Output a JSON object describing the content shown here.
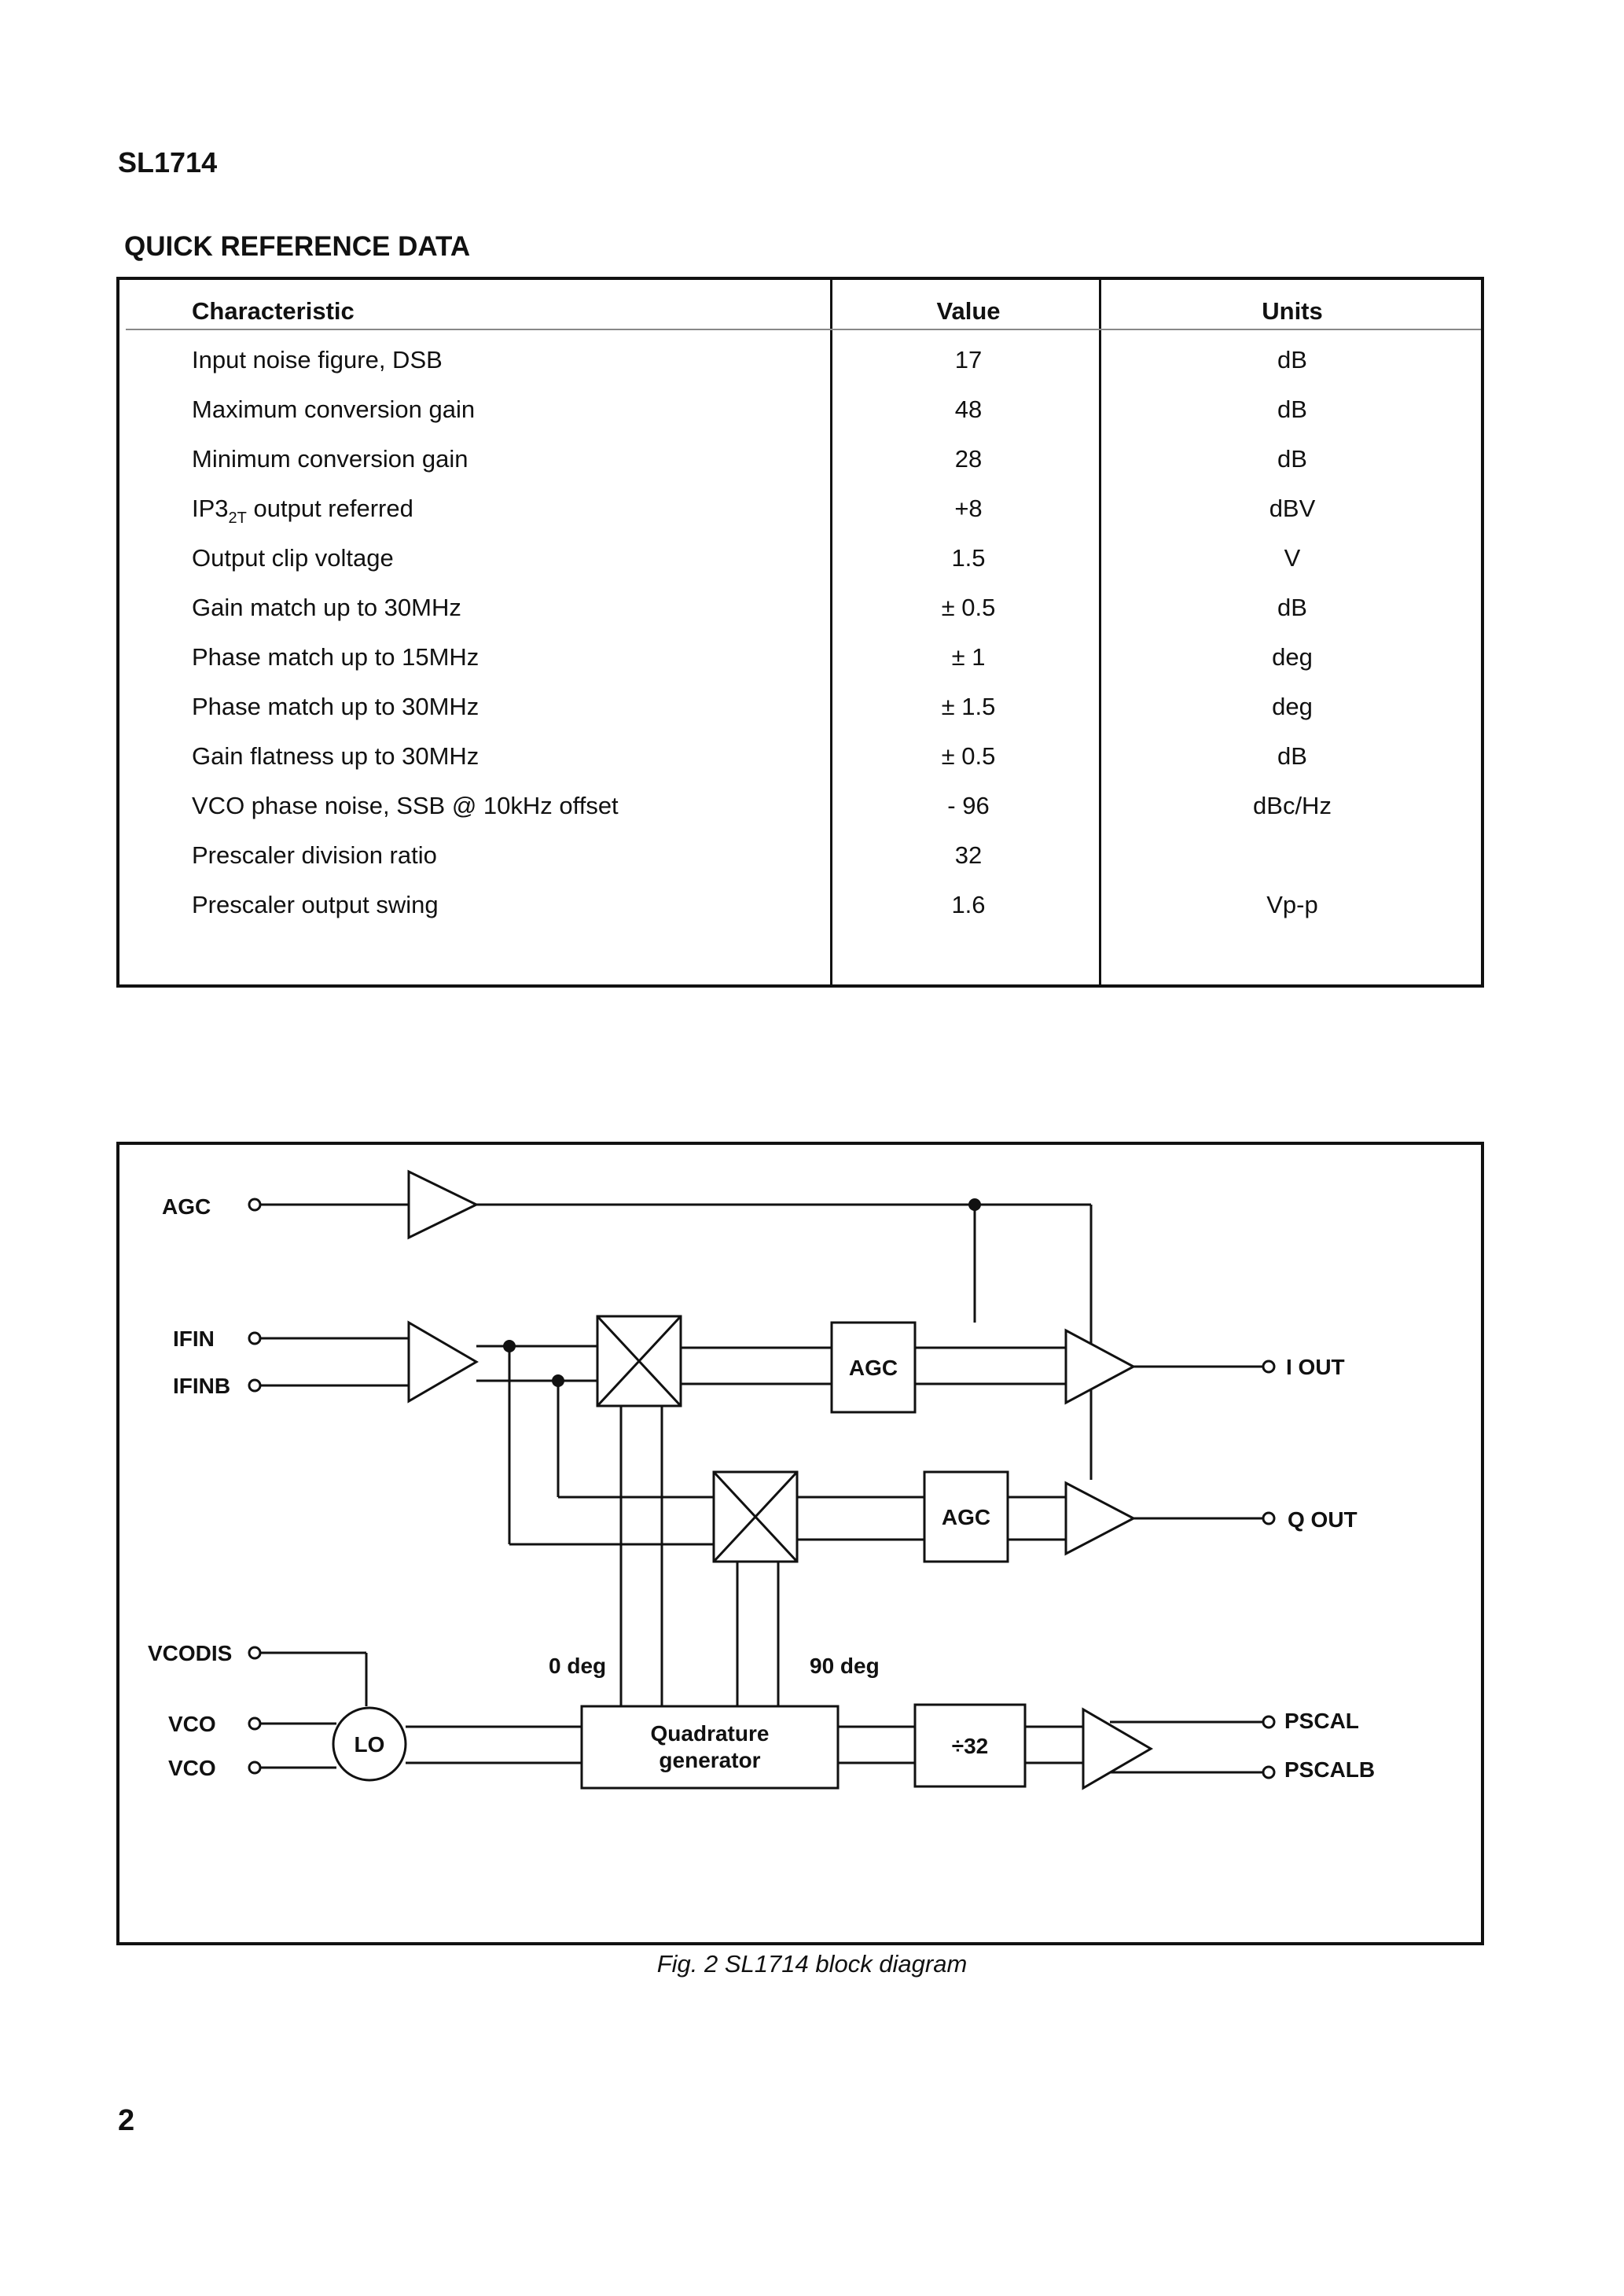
{
  "header": {
    "doc_code": "SL1714"
  },
  "quick_ref": {
    "title": "QUICK REFERENCE DATA",
    "columns": {
      "characteristic": "Characteristic",
      "value": "Value",
      "units": "Units"
    },
    "rows": [
      {
        "characteristic": "Input noise figure, DSB",
        "value": "17",
        "units": "dB"
      },
      {
        "characteristic": "Maximum conversion gain",
        "value": "48",
        "units": "dB"
      },
      {
        "characteristic": "Minimum conversion gain",
        "value": "28",
        "units": "dB"
      },
      {
        "characteristic": "IP3",
        "characteristic_sub": "2T",
        "characteristic_suffix": " output referred",
        "value": "+8",
        "units": "dBV"
      },
      {
        "characteristic": "Output clip voltage",
        "value": "1.5",
        "units": "V"
      },
      {
        "characteristic": "Gain match up to 30MHz",
        "value": "± 0.5",
        "units": "dB"
      },
      {
        "characteristic": "Phase match up to 15MHz",
        "value": "± 1",
        "units": "deg"
      },
      {
        "characteristic": "Phase match up to 30MHz",
        "value": "± 1.5",
        "units": "deg"
      },
      {
        "characteristic": "Gain flatness up to 30MHz",
        "value": "±  0.5",
        "units": "dB"
      },
      {
        "characteristic": "VCO phase noise, SSB @ 10kHz offset",
        "value": "- 96",
        "units": "dBc/Hz"
      },
      {
        "characteristic": "Prescaler division ratio",
        "value": "32",
        "units": ""
      },
      {
        "characteristic": "Prescaler output swing",
        "value": "1.6",
        "units": "Vp-p"
      }
    ]
  },
  "block_diagram": {
    "pins_left": {
      "agc": "AGC",
      "ifin": "IFIN",
      "ifinb": "IFINB",
      "vcodis": "VCODIS",
      "vco1": "VCO",
      "vco2": "VCO"
    },
    "pins_right": {
      "i_out": "I OUT",
      "q_out": "Q OUT",
      "pscal": "PSCAL",
      "pscalb": "PSCALB"
    },
    "blocks": {
      "agc_i": "AGC",
      "agc_q": "AGC",
      "lo": "LO",
      "quad_line1": "Quadrature",
      "quad_line2": "generator",
      "divider": "÷32"
    },
    "phase_labels": {
      "zero": "0 deg",
      "ninety": "90 deg"
    }
  },
  "caption": "Fig. 2  SL1714  block diagram",
  "footer": {
    "page_number": "2"
  }
}
